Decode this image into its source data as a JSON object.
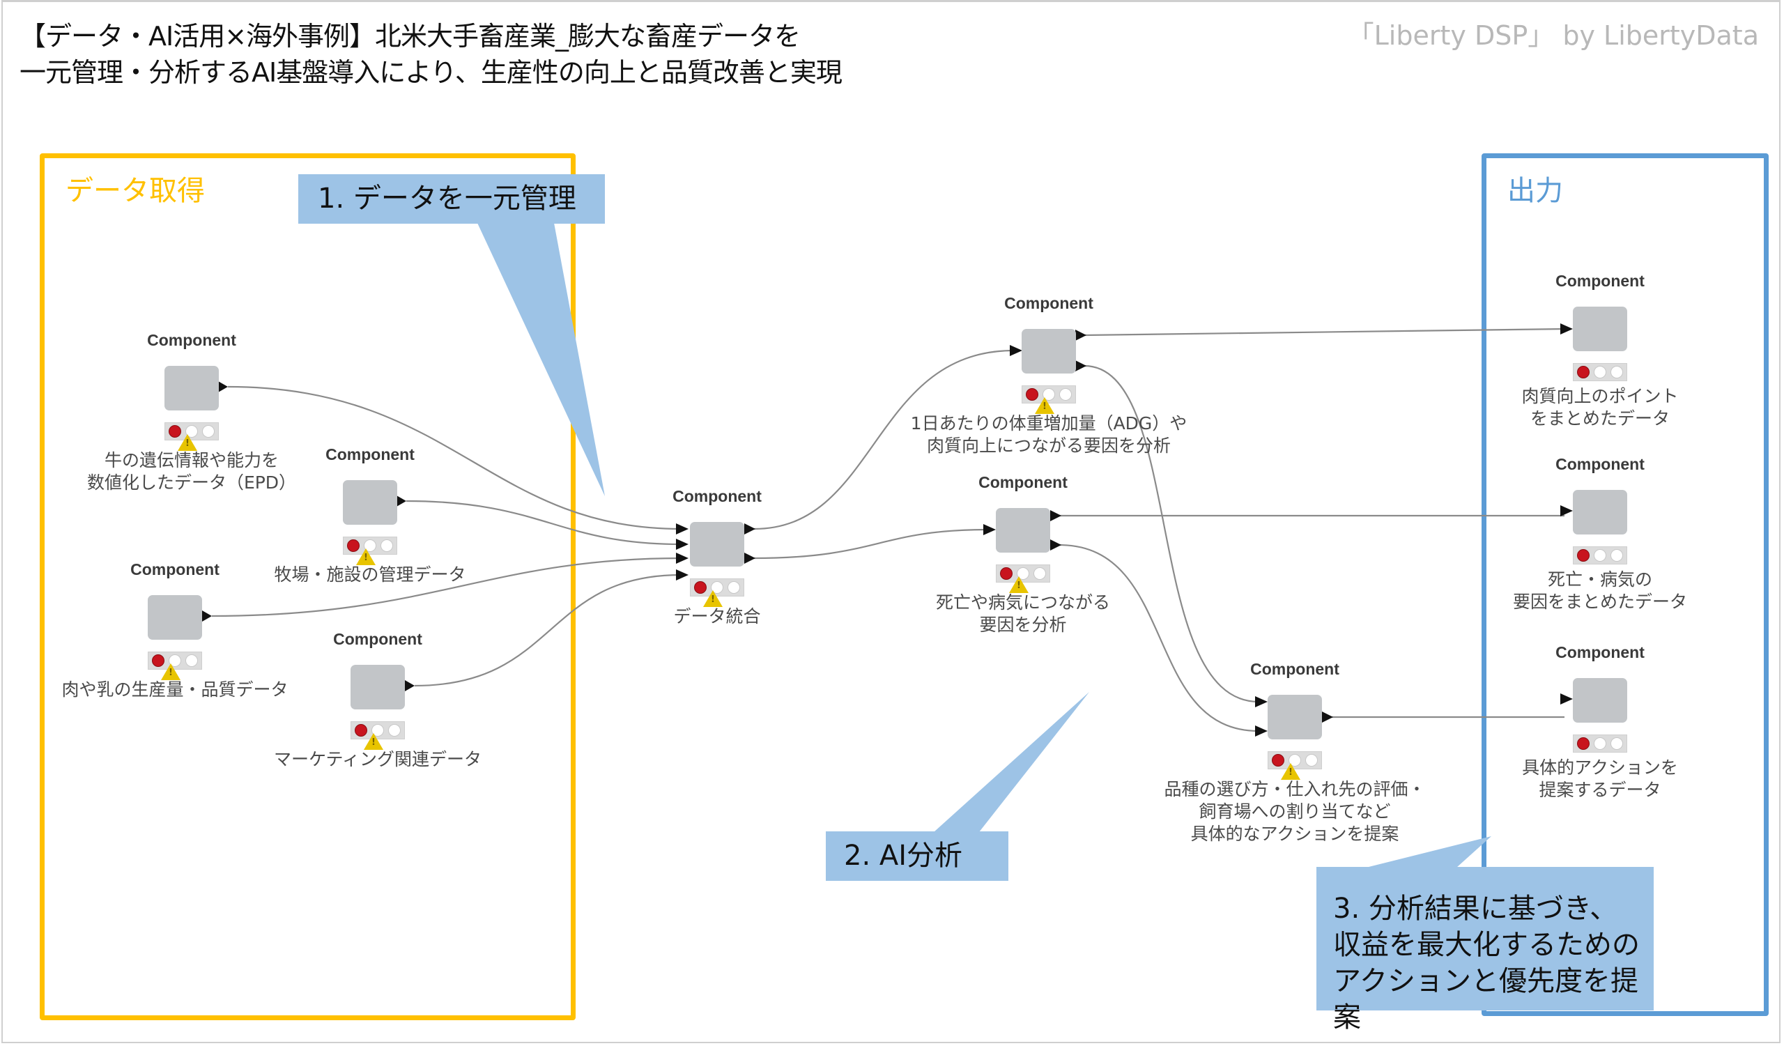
{
  "header": {
    "title_line1": "【データ・AI活用×海外事例】北米大手畜産業_膨大な畜産データを",
    "title_line2": "一元管理・分析するAI基盤導入により、生産性の向上と品質改善と実現",
    "brand": "「Liberty DSP」 by LibertyData"
  },
  "groups": {
    "acquisition": {
      "label": "データ取得",
      "color": "#ffc000"
    },
    "output": {
      "label": "出力",
      "color": "#5b9bd5"
    }
  },
  "callouts": [
    {
      "text": "1.  データを一元管理"
    },
    {
      "text": "2.  AI分析"
    },
    {
      "text": "3.  分析結果に基づき、\n収益を最大化するための\nアクションと優先度を提案"
    }
  ],
  "node_type_label": "Component",
  "nodes": {
    "epd": {
      "title": "Component",
      "desc": "牛の遺伝情報や能力を\n数値化したデータ（EPD）",
      "warning": true
    },
    "farm": {
      "title": "Component",
      "desc": "牧場・施設の管理データ",
      "warning": true
    },
    "meat": {
      "title": "Component",
      "desc": "肉や乳の生産量・品質データ",
      "warning": true
    },
    "marketing": {
      "title": "Component",
      "desc": "マーケティング関連データ",
      "warning": true
    },
    "merge": {
      "title": "Component",
      "desc": "データ統合",
      "warning": true
    },
    "adg": {
      "title": "Component",
      "desc": "1日あたりの体重増加量（ADG）や\n肉質向上につながる要因を分析",
      "warning": true
    },
    "death": {
      "title": "Component",
      "desc": "死亡や病気につながる\n要因を分析",
      "warning": true
    },
    "action": {
      "title": "Component",
      "desc": "品種の選び方・仕入れ先の評価・\n飼育場への割り当てなど\n具体的なアクションを提案",
      "warning": true
    },
    "out_quality": {
      "title": "Component",
      "desc": "肉質向上のポイント\nをまとめたデータ",
      "warning": false
    },
    "out_death": {
      "title": "Component",
      "desc": "死亡・病気の\n要因をまとめたデータ",
      "warning": false
    },
    "out_action": {
      "title": "Component",
      "desc": "具体的アクションを\n提案するデータ",
      "warning": false
    }
  },
  "status_colors": {
    "error": "#c8141e",
    "idle": "#ffffff",
    "warning": "#e8c400"
  },
  "callout_color": "#9dc3e6"
}
